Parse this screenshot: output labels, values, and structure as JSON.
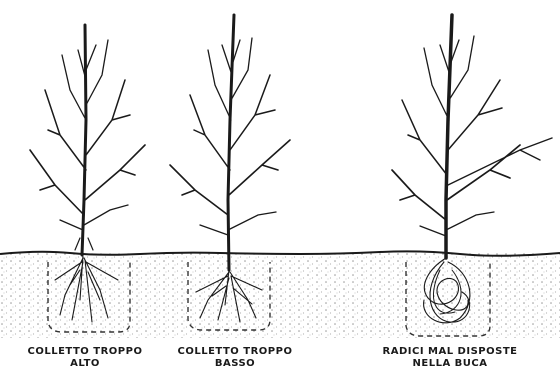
{
  "illustration": {
    "tree_icon": "bare-sapling-icon",
    "ink_color": "#1a1a1a",
    "soil_color": "#cfcfcf"
  },
  "panels": [
    {
      "caption_line1": "COLLETTO TROPPO",
      "caption_line2": "ALTO"
    },
    {
      "caption_line1": "COLLETTO TROPPO",
      "caption_line2": "BASSO"
    },
    {
      "caption_line1": "RADICI MAL DISPOSTE",
      "caption_line2": "NELLA BUCA"
    }
  ]
}
